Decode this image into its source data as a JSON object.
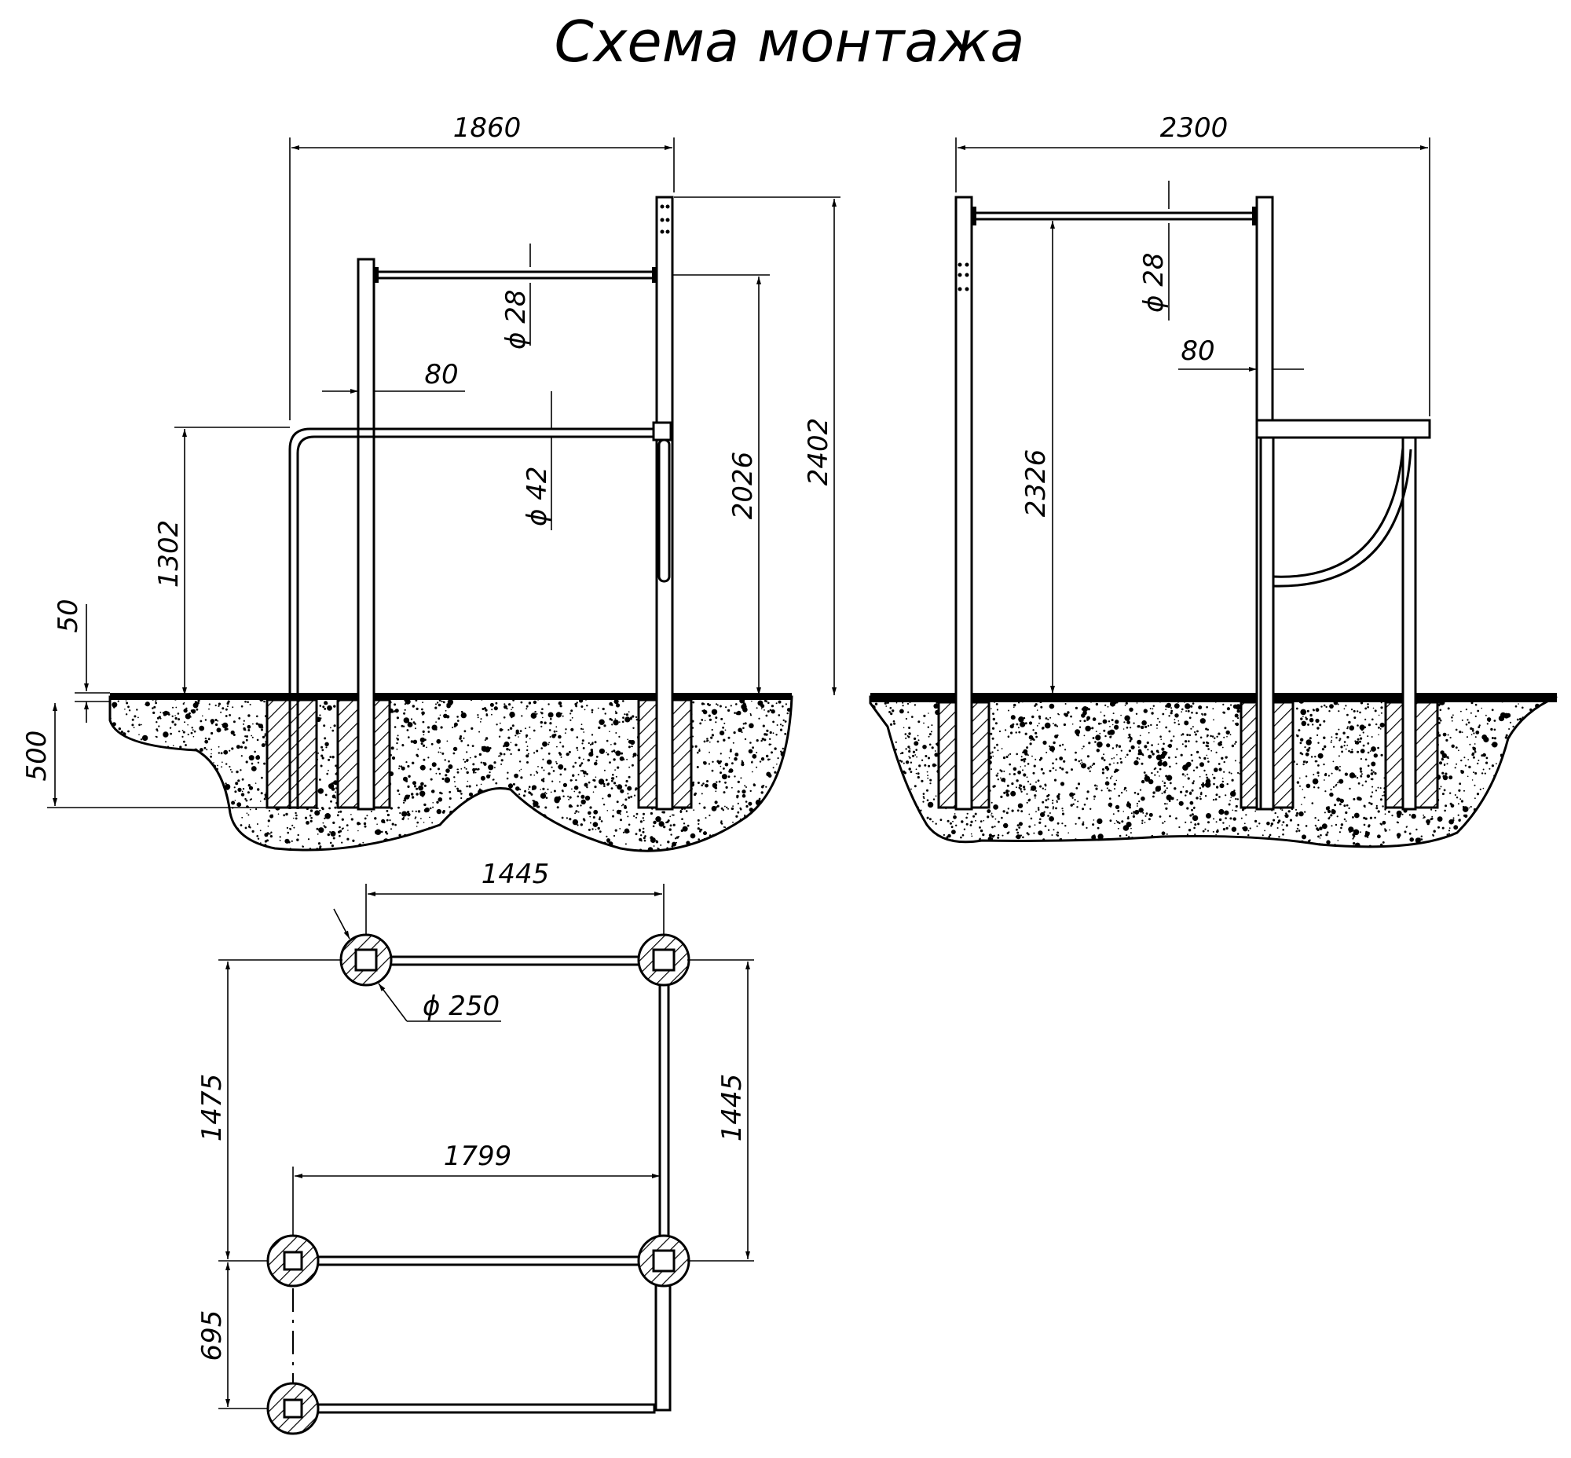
{
  "title": "Схема монтажа",
  "views": {
    "front": {
      "width": "1860",
      "bar_diameter": "ϕ 28",
      "post_size": "80",
      "handrail_diameter": "ϕ 42",
      "height_bar": "2026",
      "height_total": "2402",
      "height_handrail": "1302",
      "ground_offset": "50",
      "foundation_depth": "500"
    },
    "side": {
      "width": "2300",
      "bar_diameter": "ϕ 28",
      "post_size": "80",
      "height_bar": "2326"
    },
    "plan": {
      "top_spacing": "1445",
      "foundation_diameter": "ϕ 250",
      "depth_left": "1475",
      "depth_right": "1445",
      "bar_length": "1799",
      "lower_spacing": "695"
    }
  },
  "colors": {
    "line": "#000000",
    "background": "#ffffff"
  }
}
